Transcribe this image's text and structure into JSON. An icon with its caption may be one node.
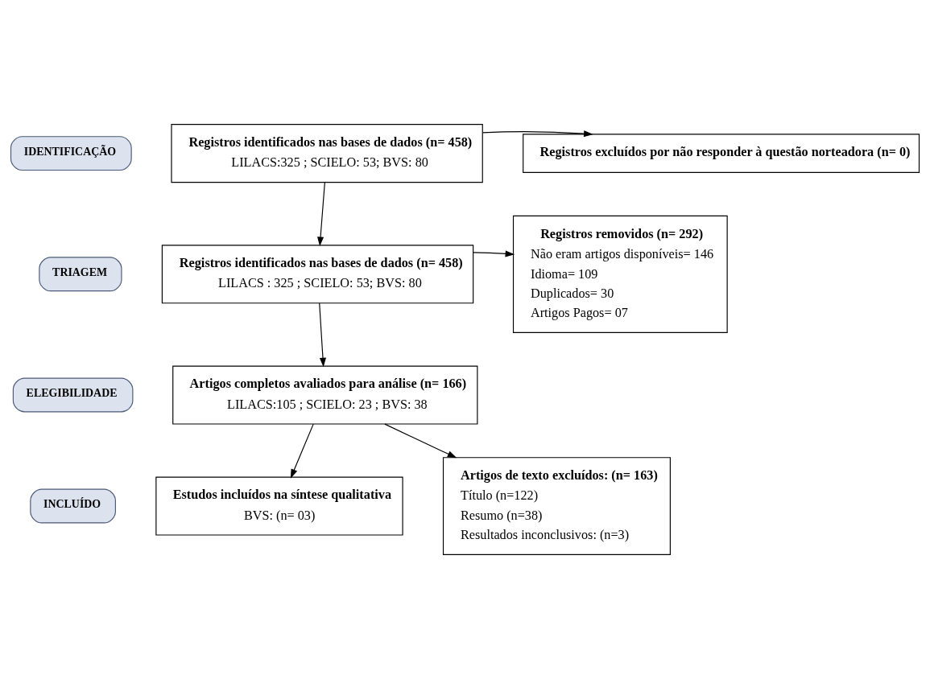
{
  "diagram": {
    "nodes": [
      {
        "text": [
          "IDENTIFICAÇÃO"
        ]
      },
      {
        "text": [
          "TRIAGEM"
        ]
      },
      {
        "text": [
          "ELEGIBILIDADE"
        ]
      },
      {
        "text": [
          "INCLUÍDO"
        ]
      },
      {
        "text": [
          "Registros identificados nas bases de dados (n= 458)",
          "LILACS:325 ; SCIELO: 53; BVS: 80"
        ]
      },
      {
        "text": [
          "Registros excluídos por não responder à questão norteadora (n= 0)"
        ]
      },
      {
        "text": [
          "Registros identificados nas bases de dados (n= 458)",
          "LILACS : 325 ; SCIELO: 53; BVS: 80"
        ]
      },
      {
        "text": [
          "Registros removidos (n= 292)",
          "Não eram artigos disponíveis= 146",
          "Idioma= 109",
          "Duplicados= 30",
          "Artigos Pagos= 07"
        ]
      },
      {
        "text": [
          "Artigos completos avaliados para análise (n= 166)",
          "LILACS:105 ; SCIELO: 23 ; BVS: 38"
        ]
      },
      {
        "text": [
          "Artigos de texto excluídos: (n= 163)",
          "Título (n=122)",
          "Resumo (n=38)",
          "Resultados inconclusivos: (n=3)"
        ]
      },
      {
        "text": [
          "Estudos incluídos na síntese qualitativa",
          "BVS: (n= 03)"
        ]
      }
    ],
    "edges": [
      {
        "from": 4,
        "to": 6,
        "arrow": "to"
      },
      {
        "from": 4,
        "to": 5,
        "arrow": "to"
      },
      {
        "from": 6,
        "to": 8,
        "arrow": "to"
      },
      {
        "from": 6,
        "to": 7,
        "arrow": "to"
      },
      {
        "from": 8,
        "to": 10,
        "arrow": "to"
      },
      {
        "from": 8,
        "to": 9,
        "arrow": "to"
      }
    ]
  }
}
